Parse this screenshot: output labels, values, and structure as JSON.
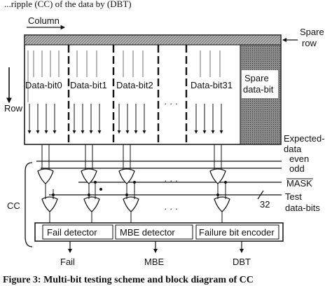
{
  "top_caption": "...ripple (CC) of the data by (DBT)",
  "labels": {
    "column": "Column",
    "row": "Row",
    "spare_row": "Spare row",
    "spare_row_l1": "Spare",
    "spare_row_l2": "row",
    "spare_data_bit_l1": "Spare",
    "spare_data_bit_l2": "data-bit",
    "data_bits": [
      "Data-bit0",
      "Data-bit1",
      "Data-bit2",
      "Data-bit31"
    ],
    "ellipsis": "· · ·",
    "expected_data_l1": "Expected-",
    "expected_data_l2": "data",
    "even": "even",
    "odd": "odd",
    "mask": "MASK",
    "test_l1": "Test",
    "test_l2": "data-bits",
    "bus_width": "32",
    "cc": "CC",
    "fail_detector": "Fail detector",
    "mbe_detector": "MBE detector",
    "failure_bit_encoder": "Failure bit encoder",
    "out_fail": "Fail",
    "out_mbe": "MBE",
    "out_dbt": "DBT"
  },
  "bottom_caption": "Figure 3: Multi-bit testing scheme and block diagram of CC"
}
